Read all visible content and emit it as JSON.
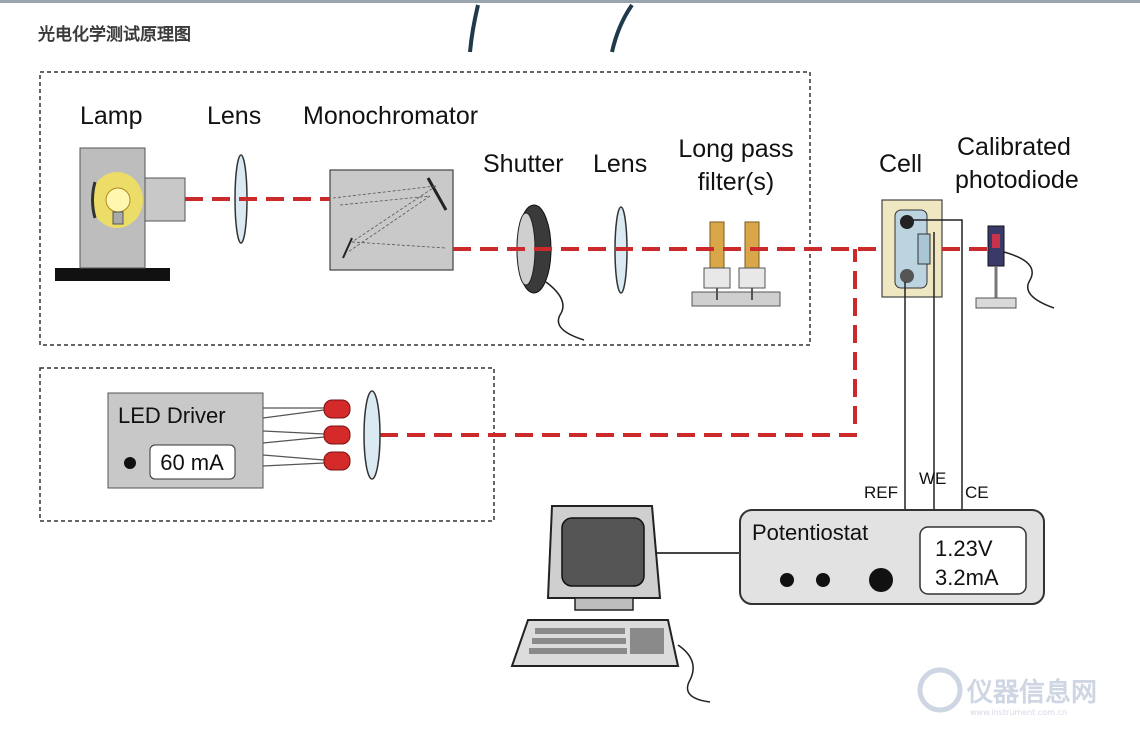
{
  "header": {
    "title": "光电化学测试原理图"
  },
  "components": {
    "lamp": "Lamp",
    "lens1": "Lens",
    "monochromator": "Monochromator",
    "shutter": "Shutter",
    "lens2": "Lens",
    "long_pass_line1": "Long pass",
    "long_pass_line2": "filter(s)",
    "cell": "Cell",
    "photodiode_line1": "Calibrated",
    "photodiode_line2": "photodiode"
  },
  "led_driver": {
    "title": "LED Driver",
    "current": "60 mA"
  },
  "electrodes": {
    "ref": "REF",
    "we": "WE",
    "ce": "CE"
  },
  "potentiostat": {
    "title": "Potentiostat",
    "voltage": "1.23V",
    "current": "3.2mA"
  },
  "watermark": {
    "text": "仪器信息网",
    "sub": "www.instrument.com.cn"
  },
  "colors": {
    "beam": "#cc2a2a",
    "led": "#d42a2a",
    "lamp_glow": "#f4e35a",
    "filter": "#d9a64a",
    "panel": "#c8c8c8"
  }
}
